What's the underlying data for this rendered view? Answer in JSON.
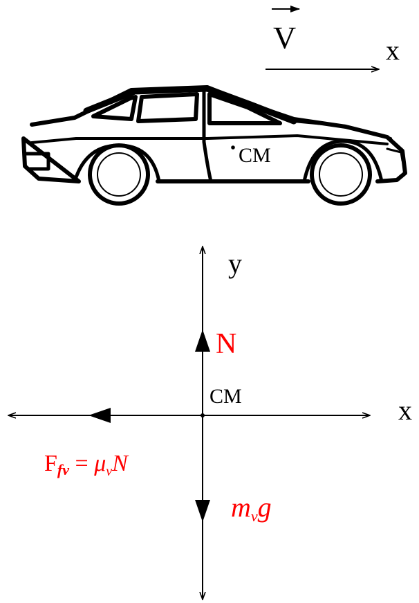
{
  "top_figure": {
    "velocity_symbol": "V",
    "axis_x_label": "x",
    "cm_label": "CM"
  },
  "fbd": {
    "axis_y_label": "y",
    "axis_x_label": "x",
    "cm_label": "CM",
    "normal_force_label": "N",
    "friction": {
      "F": "F",
      "F_sub": "fv",
      "eq": " = ",
      "mu": "μ",
      "mu_sub": "v",
      "N": "N"
    },
    "weight": {
      "m": "m",
      "m_sub": "v",
      "g": "g"
    }
  },
  "colors": {
    "force_label": "#ff0000",
    "lines": "#000000",
    "background": "#ffffff"
  }
}
